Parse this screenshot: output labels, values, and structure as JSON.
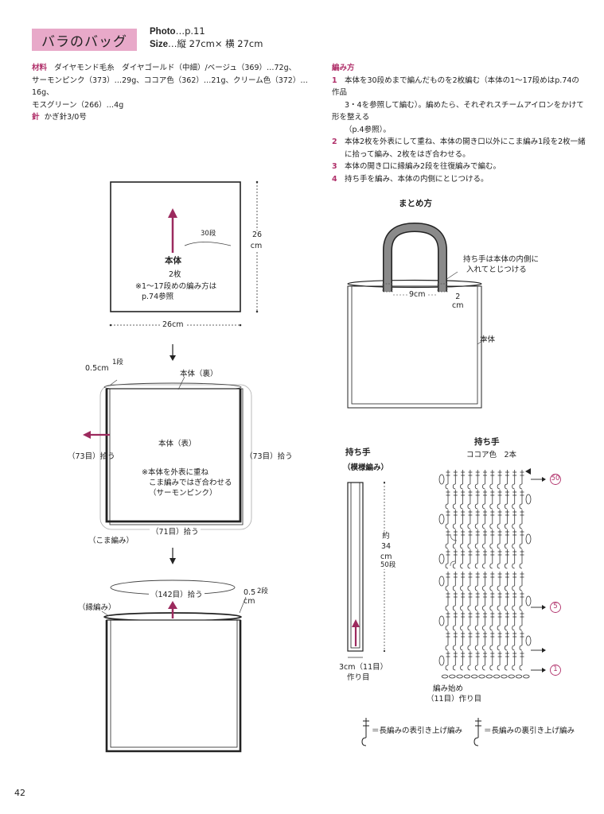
{
  "header": {
    "title": "バラのバッグ",
    "photo_label": "Photo",
    "photo_value": "…p.11",
    "size_label": "Size",
    "size_value": "…縦 27cm× 横 27cm"
  },
  "materials": {
    "label_materials": "材料",
    "line1": "ダイヤモンド毛糸　ダイヤゴールド（中細）/ベージュ（369）…72g、",
    "line2": "サーモンピンク（373）…29g、ココア色（362）…21g、クリーム色（372）…16g、",
    "line3": "モスグリーン（266）…4g",
    "label_needle": "針",
    "needle": "かぎ針3/0号"
  },
  "instructions": {
    "heading": "編み方",
    "steps": [
      {
        "num": "1",
        "text": "本体を30段めまで編んだものを2枚編む（本体の1～17段めはp.74の作品"
      },
      {
        "num": "",
        "text": "3・4を参照して編む）。編めたら、それぞれスチームアイロンをかけて形を整える"
      },
      {
        "num": "",
        "text": "（p.4参照）。"
      },
      {
        "num": "2",
        "text": "本体2枚を外表にして重ね、本体の開き口以外にこま編み1段を2枚一緒"
      },
      {
        "num": "",
        "text": "に拾って編み、2枚をはぎ合わせる。"
      },
      {
        "num": "3",
        "text": "本体の開き口に縁編み2段を往復編みで編む。"
      },
      {
        "num": "4",
        "text": "持ち手を編み、本体の内側にとじつける。"
      }
    ]
  },
  "diagram1": {
    "part_name": "本体",
    "count": "2枚",
    "rows": "30段",
    "note1": "※1～17段めの編み方は",
    "note2": "p.74参照",
    "height_num": "26",
    "height_unit": "cm",
    "width": "26cm"
  },
  "diagram2": {
    "edge": "0.5cm",
    "edge_rows": "1段",
    "back_label": "本体（裏）",
    "front_label": "本体（表）",
    "left_pick": "（73目）拾う",
    "right_pick": "（73目）拾う",
    "note1": "※本体を外表に重ね",
    "note2": "こま編みではぎ合わせる",
    "note3": "（サーモンピンク）",
    "bottom_pick": "（71目）拾う",
    "stitch": "（こま編み）"
  },
  "diagram3": {
    "top_pick": "（142目）拾う",
    "edge_num": "0.5",
    "edge_unit": "cm",
    "edge_rows": "2段",
    "edging": "（縁編み）"
  },
  "assembly": {
    "title": "まとめ方",
    "note1": "持ち手は本体の内側に",
    "note2": "入れてとじつける",
    "gap": "9cm",
    "offset_num": "2",
    "offset_unit": "cm",
    "body": "本体"
  },
  "handle_shape": {
    "title": "持ち手",
    "pattern": "（模様編み）",
    "len_approx": "約",
    "len_num": "34",
    "len_unit": "cm",
    "len_rows": "50段",
    "width": "3cm（11目）",
    "cast_on": "作り目"
  },
  "handle_chart": {
    "title": "持ち手",
    "color_count": "ココア色　2本",
    "row_50": "50",
    "row_5": "5",
    "row_1": "1",
    "start1": "編み始め",
    "start2": "（11目）作り目"
  },
  "legend": {
    "front_post": "＝長編みの表引き上げ編み",
    "back_post": "＝長編みの裏引き上げ編み"
  },
  "page_number": "42",
  "colors": {
    "accent_pink": "#b0306a",
    "title_bg": "#e8a9c9",
    "arrow": "#9c2a5e",
    "handle_gray": "#8a8a8a"
  }
}
